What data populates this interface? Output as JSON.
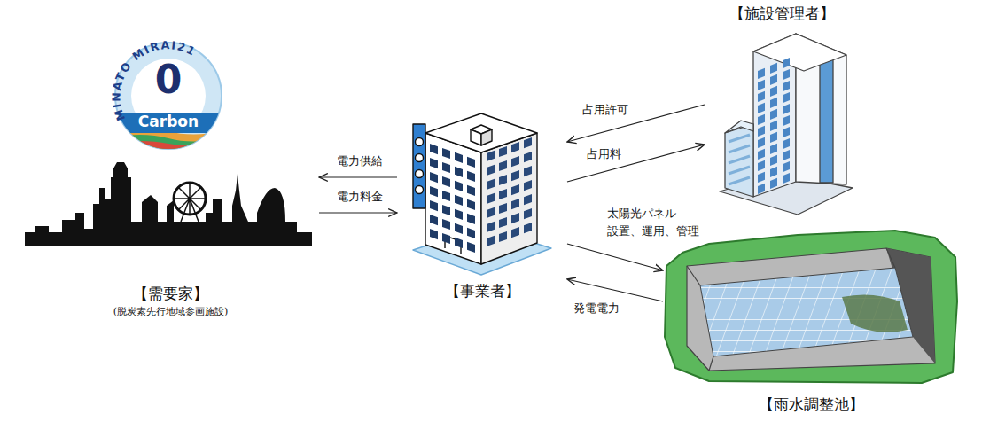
{
  "diagram": {
    "nodes": [
      {
        "text": [
          "【需要家】",
          "(脱炭素先行地域参画施設)"
        ]
      },
      {
        "text": [
          "【事業者】"
        ]
      },
      {
        "text": [
          "【施設管理者】"
        ]
      },
      {
        "text": [
          "【雨水調整池】"
        ]
      }
    ],
    "edges": [
      {
        "from": 1,
        "to": 0,
        "label": "電力供給",
        "arrow": "to"
      },
      {
        "from": 0,
        "to": 1,
        "label": "電力料金",
        "arrow": "to"
      },
      {
        "from": 2,
        "to": 1,
        "label": "占用許可",
        "arrow": "to"
      },
      {
        "from": 1,
        "to": 2,
        "label": "占用料",
        "arrow": "to"
      },
      {
        "from": 1,
        "to": 3,
        "label": "太陽光パネル 設置、運用、管理",
        "arrow": "to"
      },
      {
        "from": 3,
        "to": 1,
        "label": "発電電力",
        "arrow": "to"
      }
    ],
    "labels": [
      "MINATO MIRAI21",
      "0",
      "Carbon"
    ]
  }
}
